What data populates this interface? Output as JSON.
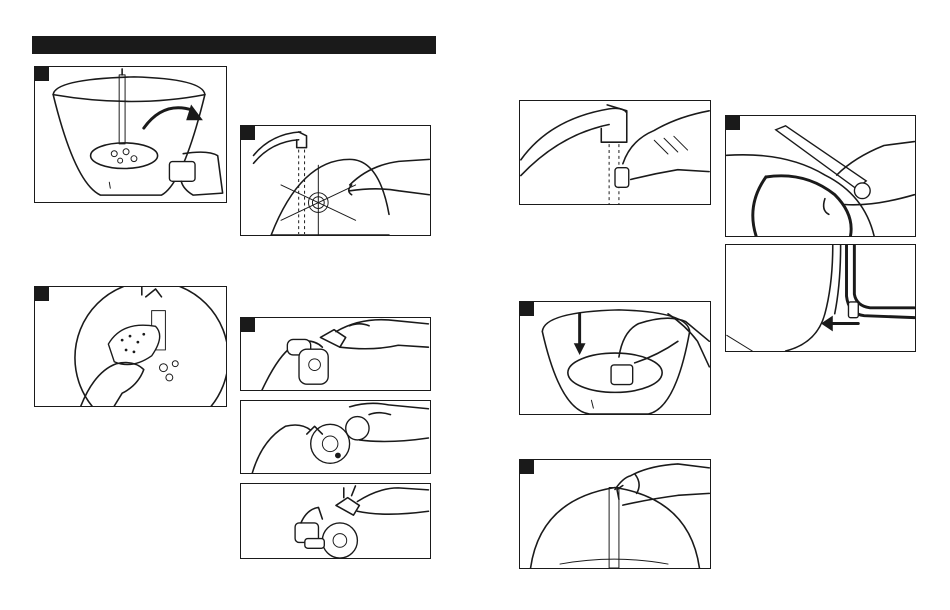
{
  "panels": [
    {
      "id": "1",
      "icon": "basin-tank-rotate-illustration"
    },
    {
      "id": "2",
      "icon": "filter-disc-under-faucet-illustration"
    },
    {
      "id": "3",
      "icon": "sponge-cleaning-basin-illustration"
    },
    {
      "id": "4",
      "icon": "nozzle-assembly-removal-illustration"
    },
    {
      "id": "5",
      "icon": "nozzle-disassembly-illustration"
    },
    {
      "id": "6",
      "icon": "nozzle-part-detach-illustration"
    },
    {
      "id": "7",
      "icon": "rinsing-part-under-faucet-illustration"
    },
    {
      "id": "8",
      "icon": "inserting-part-into-basin-illustration"
    },
    {
      "id": "9",
      "icon": "basin-cord-placement-illustration"
    },
    {
      "id": "10",
      "icon": "tool-and-cord-illustration"
    },
    {
      "id": "11",
      "icon": "cord-insert-arrow-illustration"
    }
  ]
}
